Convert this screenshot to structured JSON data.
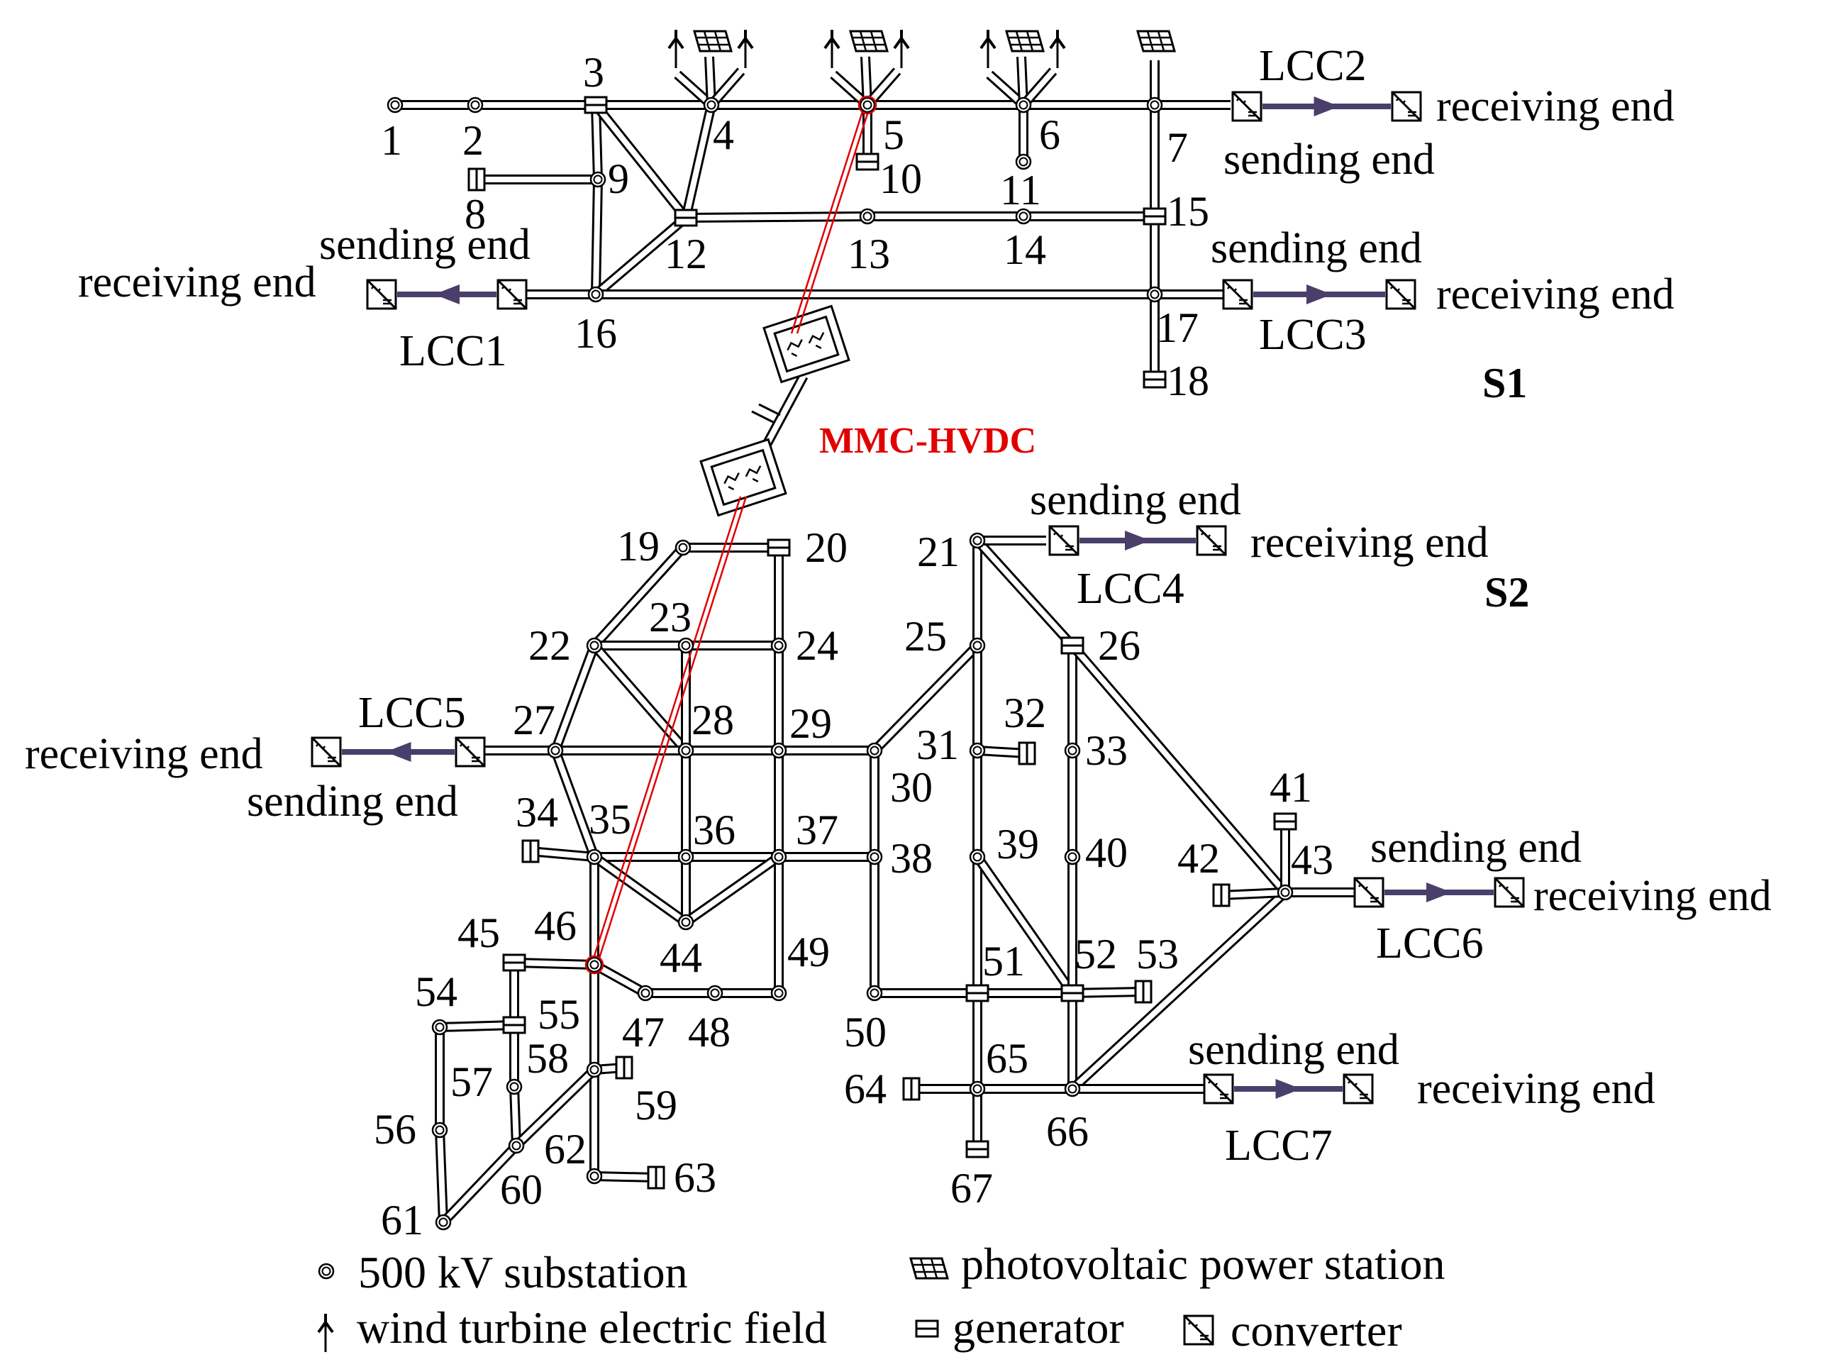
{
  "buses": [
    {
      "id": "1",
      "label": "1"
    },
    {
      "id": "2",
      "label": "2"
    },
    {
      "id": "3",
      "label": "3"
    },
    {
      "id": "4",
      "label": "4"
    },
    {
      "id": "5",
      "label": "5"
    },
    {
      "id": "6",
      "label": "6"
    },
    {
      "id": "7",
      "label": "7"
    },
    {
      "id": "8",
      "label": "8"
    },
    {
      "id": "9",
      "label": "9"
    },
    {
      "id": "10",
      "label": "10"
    },
    {
      "id": "11",
      "label": "11"
    },
    {
      "id": "12",
      "label": "12"
    },
    {
      "id": "13",
      "label": "13"
    },
    {
      "id": "14",
      "label": "14"
    },
    {
      "id": "15",
      "label": "15"
    },
    {
      "id": "16",
      "label": "16"
    },
    {
      "id": "17",
      "label": "17"
    },
    {
      "id": "18",
      "label": "18"
    },
    {
      "id": "19",
      "label": "19"
    },
    {
      "id": "20",
      "label": "20"
    },
    {
      "id": "21",
      "label": "21"
    },
    {
      "id": "22",
      "label": "22"
    },
    {
      "id": "23",
      "label": "23"
    },
    {
      "id": "24",
      "label": "24"
    },
    {
      "id": "25",
      "label": "25"
    },
    {
      "id": "26",
      "label": "26"
    },
    {
      "id": "27",
      "label": "27"
    },
    {
      "id": "28",
      "label": "28"
    },
    {
      "id": "29",
      "label": "29"
    },
    {
      "id": "30",
      "label": "30"
    },
    {
      "id": "31",
      "label": "31"
    },
    {
      "id": "32",
      "label": "32"
    },
    {
      "id": "33",
      "label": "33"
    },
    {
      "id": "34",
      "label": "34"
    },
    {
      "id": "35",
      "label": "35"
    },
    {
      "id": "36",
      "label": "36"
    },
    {
      "id": "37",
      "label": "37"
    },
    {
      "id": "38",
      "label": "38"
    },
    {
      "id": "39",
      "label": "39"
    },
    {
      "id": "40",
      "label": "40"
    },
    {
      "id": "41",
      "label": "41"
    },
    {
      "id": "42",
      "label": "42"
    },
    {
      "id": "43",
      "label": "43"
    },
    {
      "id": "44",
      "label": "44"
    },
    {
      "id": "45",
      "label": "45"
    },
    {
      "id": "46",
      "label": "46"
    },
    {
      "id": "47",
      "label": "47"
    },
    {
      "id": "48",
      "label": "48"
    },
    {
      "id": "49",
      "label": "49"
    },
    {
      "id": "50",
      "label": "50"
    },
    {
      "id": "51",
      "label": "51"
    },
    {
      "id": "52",
      "label": "52"
    },
    {
      "id": "53",
      "label": "53"
    },
    {
      "id": "54",
      "label": "54"
    },
    {
      "id": "55",
      "label": "55"
    },
    {
      "id": "56",
      "label": "56"
    },
    {
      "id": "57",
      "label": "57"
    },
    {
      "id": "58",
      "label": "58"
    },
    {
      "id": "59",
      "label": "59"
    },
    {
      "id": "60",
      "label": "60"
    },
    {
      "id": "61",
      "label": "61"
    },
    {
      "id": "62",
      "label": "62"
    },
    {
      "id": "63",
      "label": "63"
    },
    {
      "id": "64",
      "label": "64"
    },
    {
      "id": "65",
      "label": "65"
    },
    {
      "id": "66",
      "label": "66"
    },
    {
      "id": "67",
      "label": "67"
    }
  ],
  "lines": [
    [
      "1",
      "2"
    ],
    [
      "2",
      "3"
    ],
    [
      "3",
      "4"
    ],
    [
      "4",
      "5"
    ],
    [
      "5",
      "6"
    ],
    [
      "6",
      "7"
    ],
    [
      "3",
      "9"
    ],
    [
      "3",
      "12"
    ],
    [
      "8",
      "9"
    ],
    [
      "9",
      "16"
    ],
    [
      "5",
      "10"
    ],
    [
      "6",
      "11"
    ],
    [
      "4",
      "12"
    ],
    [
      "12",
      "16"
    ],
    [
      "12",
      "13"
    ],
    [
      "13",
      "14"
    ],
    [
      "14",
      "15"
    ],
    [
      "7",
      "15"
    ],
    [
      "15",
      "17"
    ],
    [
      "16",
      "17"
    ],
    [
      "17",
      "18"
    ],
    [
      "19",
      "20"
    ],
    [
      "19",
      "22"
    ],
    [
      "20",
      "24"
    ],
    [
      "22",
      "23"
    ],
    [
      "23",
      "24"
    ],
    [
      "22",
      "27"
    ],
    [
      "22",
      "28"
    ],
    [
      "23",
      "28"
    ],
    [
      "24",
      "29"
    ],
    [
      "27",
      "28"
    ],
    [
      "28",
      "29"
    ],
    [
      "29",
      "30"
    ],
    [
      "27",
      "35"
    ],
    [
      "28",
      "36"
    ],
    [
      "29",
      "37"
    ],
    [
      "34",
      "35"
    ],
    [
      "35",
      "36"
    ],
    [
      "36",
      "37"
    ],
    [
      "35",
      "44"
    ],
    [
      "36",
      "44"
    ],
    [
      "37",
      "44"
    ],
    [
      "37",
      "38"
    ],
    [
      "30",
      "38"
    ],
    [
      "37",
      "49"
    ],
    [
      "38",
      "50"
    ],
    [
      "35",
      "46"
    ],
    [
      "46",
      "47"
    ],
    [
      "47",
      "48"
    ],
    [
      "48",
      "49"
    ],
    [
      "45",
      "46"
    ],
    [
      "45",
      "55"
    ],
    [
      "54",
      "55"
    ],
    [
      "55",
      "57"
    ],
    [
      "57",
      "60"
    ],
    [
      "54",
      "56"
    ],
    [
      "56",
      "61"
    ],
    [
      "46",
      "58"
    ],
    [
      "58",
      "59"
    ],
    [
      "58",
      "62"
    ],
    [
      "62",
      "63"
    ],
    [
      "58",
      "60"
    ],
    [
      "60",
      "61"
    ],
    [
      "21",
      "25"
    ],
    [
      "21",
      "26"
    ],
    [
      "25",
      "30"
    ],
    [
      "25",
      "31"
    ],
    [
      "31",
      "32"
    ],
    [
      "26",
      "33"
    ],
    [
      "33",
      "40"
    ],
    [
      "31",
      "39"
    ],
    [
      "39",
      "51"
    ],
    [
      "39",
      "52"
    ],
    [
      "40",
      "52"
    ],
    [
      "50",
      "51"
    ],
    [
      "51",
      "52"
    ],
    [
      "52",
      "53"
    ],
    [
      "51",
      "65"
    ],
    [
      "52",
      "66"
    ],
    [
      "64",
      "65"
    ],
    [
      "65",
      "66"
    ],
    [
      "65",
      "67"
    ],
    [
      "26",
      "43"
    ],
    [
      "43",
      "66"
    ],
    [
      "41",
      "43"
    ],
    [
      "42",
      "43"
    ]
  ],
  "lcc": [
    {
      "name": "LCC1",
      "sending": "sending end",
      "receiving": "receiving end"
    },
    {
      "name": "LCC2",
      "sending": "sending end",
      "receiving": "receiving end"
    },
    {
      "name": "LCC3",
      "sending": "sending end",
      "receiving": "receiving end"
    },
    {
      "name": "LCC4",
      "sending": "sending end",
      "receiving": "receiving end"
    },
    {
      "name": "LCC5",
      "sending": "sending end",
      "receiving": "receiving end"
    },
    {
      "name": "LCC6",
      "sending": "sending end",
      "receiving": "receiving end"
    },
    {
      "name": "LCC7",
      "sending": "sending end",
      "receiving": "receiving end"
    }
  ],
  "mmc": {
    "label": "MMC-HVDC",
    "color": "#e00000"
  },
  "regions": [
    {
      "id": "S1",
      "label": "S1"
    },
    {
      "id": "S2",
      "label": "S2"
    }
  ],
  "legend": [
    {
      "symbol": "substation-icon",
      "label": "500 kV substation"
    },
    {
      "symbol": "photovoltaic-icon",
      "label": "photovoltaic power station"
    },
    {
      "symbol": "wind-turbine-icon",
      "label": "wind turbine electric field"
    },
    {
      "symbol": "generator-icon",
      "label": "generator"
    },
    {
      "symbol": "converter-icon",
      "label": "converter"
    }
  ],
  "colors": {
    "dc_line": "#4a3f6b",
    "mmc": "#e00000",
    "ink": "#000000"
  }
}
